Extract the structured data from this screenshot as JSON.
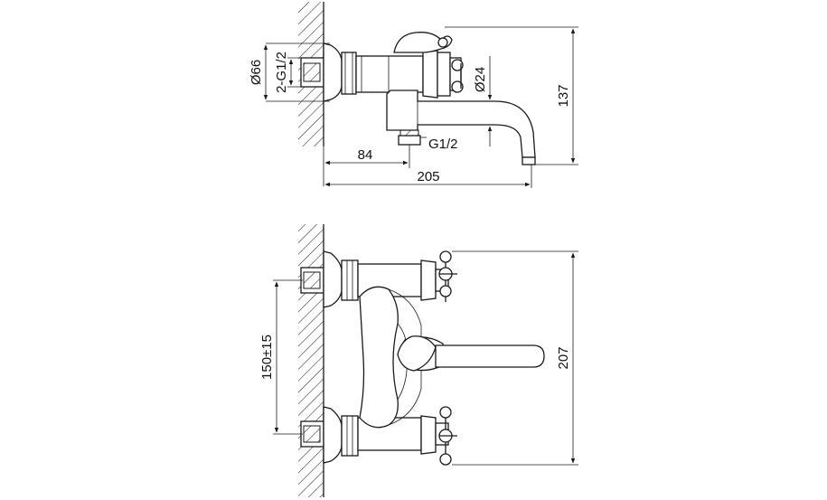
{
  "colors": {
    "line": "#1a1a1a",
    "background": "#ffffff",
    "hatch": "#1a1a1a"
  },
  "side_view": {
    "dims": {
      "flange_diameter": "Ø66",
      "inlet_thread": "2-G1/2",
      "outlet_diameter": "Ø24",
      "height": "137",
      "outlet_offset": "84",
      "outlet_thread": "G1/2",
      "total_length": "205"
    }
  },
  "front_view": {
    "dims": {
      "inlet_spacing": "150±15",
      "total_height": "207"
    }
  }
}
